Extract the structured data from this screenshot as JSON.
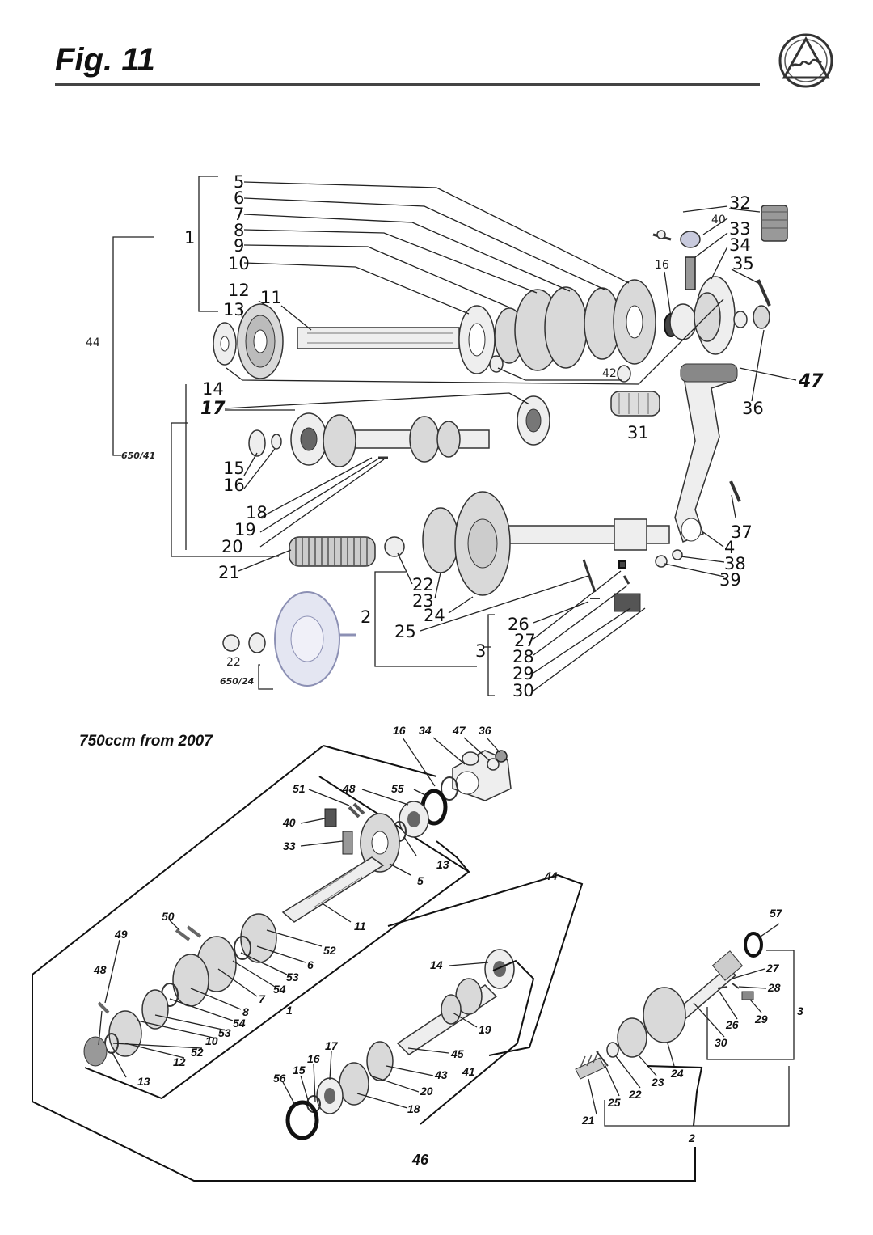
{
  "header": {
    "figure_title": "Fig. 11"
  },
  "section_new": {
    "title": "750ccm from 2007"
  },
  "old_labels": [
    {
      "id": "o5",
      "text": "5"
    },
    {
      "id": "o6",
      "text": "6"
    },
    {
      "id": "o7",
      "text": "7"
    },
    {
      "id": "o8",
      "text": "8"
    },
    {
      "id": "o9",
      "text": "9"
    },
    {
      "id": "o10",
      "text": "10"
    },
    {
      "id": "o1",
      "text": "1"
    },
    {
      "id": "o12",
      "text": "12"
    },
    {
      "id": "o11",
      "text": "11"
    },
    {
      "id": "o13",
      "text": "13"
    },
    {
      "id": "o44",
      "text": "44"
    },
    {
      "id": "o32",
      "text": "32"
    },
    {
      "id": "o40",
      "text": "40"
    },
    {
      "id": "o33",
      "text": "33"
    },
    {
      "id": "o34",
      "text": "34"
    },
    {
      "id": "o16a",
      "text": "16"
    },
    {
      "id": "o35",
      "text": "35"
    },
    {
      "id": "o42",
      "text": "42"
    },
    {
      "id": "o47",
      "text": "47"
    },
    {
      "id": "o36",
      "text": "36"
    },
    {
      "id": "o14",
      "text": "14"
    },
    {
      "id": "o17",
      "text": "17"
    },
    {
      "id": "o31",
      "text": "31"
    },
    {
      "id": "o65041",
      "text": "650/41"
    },
    {
      "id": "o15",
      "text": "15"
    },
    {
      "id": "o16b",
      "text": "16"
    },
    {
      "id": "o18",
      "text": "18"
    },
    {
      "id": "o19",
      "text": "19"
    },
    {
      "id": "o20",
      "text": "20"
    },
    {
      "id": "o37",
      "text": "37"
    },
    {
      "id": "o4",
      "text": "4"
    },
    {
      "id": "o38",
      "text": "38"
    },
    {
      "id": "o39",
      "text": "39"
    },
    {
      "id": "o21",
      "text": "21"
    },
    {
      "id": "o22",
      "text": "22"
    },
    {
      "id": "o23",
      "text": "23"
    },
    {
      "id": "o24",
      "text": "24"
    },
    {
      "id": "o25",
      "text": "25"
    },
    {
      "id": "o2",
      "text": "2"
    },
    {
      "id": "o26",
      "text": "26"
    },
    {
      "id": "o27",
      "text": "27"
    },
    {
      "id": "o28",
      "text": "28"
    },
    {
      "id": "o3",
      "text": "3"
    },
    {
      "id": "o29",
      "text": "29"
    },
    {
      "id": "o30",
      "text": "30"
    },
    {
      "id": "o22s",
      "text": "22"
    },
    {
      "id": "o65024",
      "text": "650/24"
    }
  ],
  "new_labels": [
    {
      "id": "n16a",
      "text": "16"
    },
    {
      "id": "n34",
      "text": "34"
    },
    {
      "id": "n47",
      "text": "47"
    },
    {
      "id": "n36",
      "text": "36"
    },
    {
      "id": "n51",
      "text": "51"
    },
    {
      "id": "n48a",
      "text": "48"
    },
    {
      "id": "n55",
      "text": "55"
    },
    {
      "id": "n40",
      "text": "40"
    },
    {
      "id": "n33",
      "text": "33"
    },
    {
      "id": "n13a",
      "text": "13"
    },
    {
      "id": "n5",
      "text": "5"
    },
    {
      "id": "n44",
      "text": "44"
    },
    {
      "id": "n11",
      "text": "11"
    },
    {
      "id": "n50",
      "text": "50"
    },
    {
      "id": "n49",
      "text": "49"
    },
    {
      "id": "n52a",
      "text": "52"
    },
    {
      "id": "n6",
      "text": "6"
    },
    {
      "id": "n53a",
      "text": "53"
    },
    {
      "id": "n54a",
      "text": "54"
    },
    {
      "id": "n7",
      "text": "7"
    },
    {
      "id": "n48b",
      "text": "48"
    },
    {
      "id": "n8",
      "text": "8"
    },
    {
      "id": "n54b",
      "text": "54"
    },
    {
      "id": "n1",
      "text": "1"
    },
    {
      "id": "n53b",
      "text": "53"
    },
    {
      "id": "n10",
      "text": "10"
    },
    {
      "id": "n52b",
      "text": "52"
    },
    {
      "id": "n12",
      "text": "12"
    },
    {
      "id": "n13b",
      "text": "13"
    },
    {
      "id": "n14",
      "text": "14"
    },
    {
      "id": "n19",
      "text": "19"
    },
    {
      "id": "n45",
      "text": "45"
    },
    {
      "id": "n17",
      "text": "17"
    },
    {
      "id": "n16b",
      "text": "16"
    },
    {
      "id": "n15",
      "text": "15"
    },
    {
      "id": "n56",
      "text": "56"
    },
    {
      "id": "n43",
      "text": "43"
    },
    {
      "id": "n41",
      "text": "41"
    },
    {
      "id": "n20",
      "text": "20"
    },
    {
      "id": "n18",
      "text": "18"
    },
    {
      "id": "n46",
      "text": "46"
    },
    {
      "id": "n57",
      "text": "57"
    },
    {
      "id": "n27",
      "text": "27"
    },
    {
      "id": "n28",
      "text": "28"
    },
    {
      "id": "n3",
      "text": "3"
    },
    {
      "id": "n26",
      "text": "26"
    },
    {
      "id": "n29",
      "text": "29"
    },
    {
      "id": "n30",
      "text": "30"
    },
    {
      "id": "n24",
      "text": "24"
    },
    {
      "id": "n23",
      "text": "23"
    },
    {
      "id": "n22",
      "text": "22"
    },
    {
      "id": "n25",
      "text": "25"
    },
    {
      "id": "n21",
      "text": "21"
    },
    {
      "id": "n2",
      "text": "2"
    }
  ]
}
